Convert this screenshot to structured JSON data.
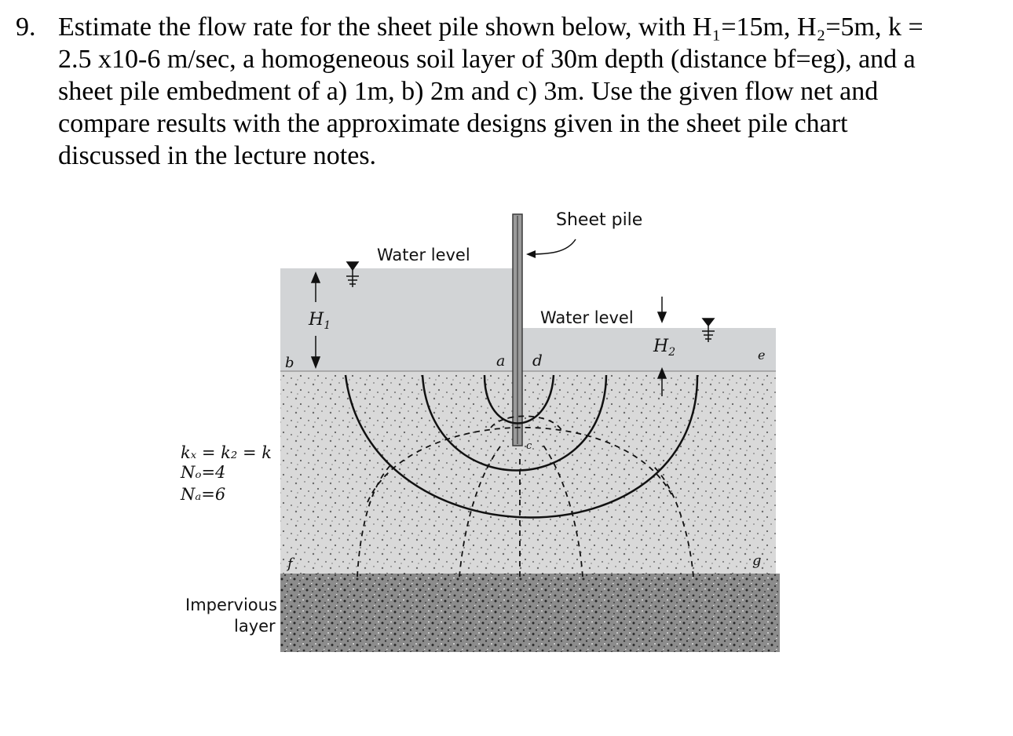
{
  "question": {
    "number": "9.",
    "lines": [
      "Estimate the flow rate for the sheet pile shown below, with H₁=15m, H₂=5m, k =",
      "2.5 x10-6 m/sec, a homogeneous soil layer of 30m depth (distance bf=eg), and a",
      "sheet pile embedment of a) 1m, b) 2m and c) 3m. Use the given flow net and",
      "compare results with the approximate designs given in the sheet pile chart",
      "discussed in the lecture notes."
    ]
  },
  "figure": {
    "sheet_pile_label": "Sheet pile",
    "water_level_left": "Water level",
    "water_level_right": "Water level",
    "h1_label": "H",
    "h1_sub": "1",
    "h2_label": "H",
    "h2_sub": "2",
    "point_b": "b",
    "point_a": "a",
    "point_d": "d",
    "point_e": "e",
    "point_c": "c",
    "point_f": "f",
    "point_g": "g",
    "perm_line": "kₓ = k₂ = k",
    "nf_line": "Nₒ=4",
    "nd_line": "Nₐ=6",
    "impervious_line1": "Impervious",
    "impervious_line2": "layer",
    "colors": {
      "water": "#d2d4d6",
      "soil": "#d9d9d9",
      "impervious": "#8c8c8c",
      "pile": "#9a9a9a"
    }
  }
}
